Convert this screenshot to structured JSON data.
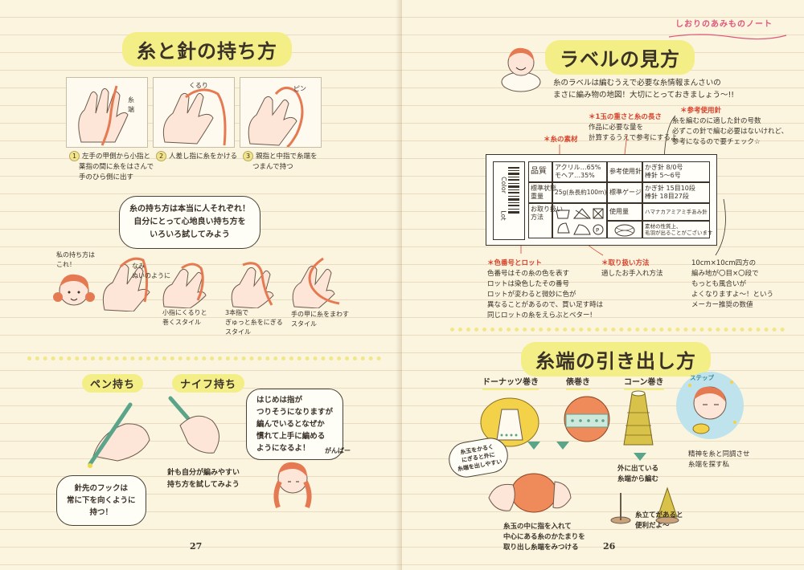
{
  "colors": {
    "paper": "#fbf4df",
    "highlight": "#f3ee86",
    "accent": "#d9412b",
    "yarn": "#e57a52",
    "pink": "#e0557a"
  },
  "left": {
    "title_main": "糸と針の持ち方",
    "steps": [
      {
        "num": "1",
        "text": [
          "左手の甲側から小指と",
          "薬指の間に糸をはさんで",
          "手のひら側に出す"
        ]
      },
      {
        "num": "2",
        "text": [
          "人差し指に糸をかける"
        ]
      },
      {
        "num": "3",
        "text": [
          "親指と中指で糸端を",
          "つまんで持つ"
        ]
      }
    ],
    "hand_notes": {
      "step1": "糸端",
      "step2": "くるり",
      "step3": "ピン"
    },
    "bubble": [
      "糸の持ち方は本当に人それぞれ！",
      "自分にとって心地良い持ち方を",
      "いろいろ試してみよう"
    ],
    "styles": [
      {
        "text": [
          "私の持ち方は",
          "これ！"
        ]
      },
      {
        "text": [
          "なみ",
          "ぬいのように"
        ]
      },
      {
        "text": [
          "小指にくるりと",
          "巻くスタイル"
        ]
      },
      {
        "text": [
          "3本指で",
          "ぎゅっと糸をにぎる",
          "スタイル"
        ]
      },
      {
        "text": [
          "手の甲に糸をまわす",
          "スタイル"
        ]
      }
    ],
    "pen_title": "ペン持ち",
    "knife_title": "ナイフ持ち",
    "pen_bubble": [
      "針先のフックは",
      "常に下を向くように",
      "持つ！"
    ],
    "knife_caption": [
      "針も自分が編みやすい",
      "持ち方を試してみよう"
    ],
    "beginner_bubble": [
      "はじめは指が",
      "つりそうになりますが",
      "編んでいるとなぜか",
      "慣れて上手に編める",
      "ようになるよ！"
    ],
    "exclaim": "がんばー",
    "page_number": "27"
  },
  "right": {
    "header_tag": "しおりのあみものノート",
    "title_main": "ラベルの見方",
    "intro": [
      "糸のラベルは編むうえで必要な糸情報まんさいの",
      "まさに編み物の地図！大切にとっておきましょう〜!!"
    ],
    "notes": {
      "weight": {
        "head": "＊1玉の重さと糸の長さ",
        "body": [
          "作品に必要な量を",
          "計算するうえで参考にするよ"
        ]
      },
      "needle": {
        "head": "＊参考使用針",
        "body": [
          "糸を編むのに適した針の号数",
          "必ずこの針で編む必要はないけれど、",
          "参考になるので要チェック☆"
        ]
      },
      "material": {
        "head": "＊糸の素材",
        "body": []
      },
      "color": {
        "head": "＊色番号とロット",
        "body": [
          "色番号はその糸の色を表す",
          "ロットは染色したその番号",
          "ロットが変わると微妙に色が",
          "異なることがあるので、買い足す時は",
          "同じロットの糸をえらぶとベター!"
        ]
      },
      "care": {
        "head": "＊取り扱い方法",
        "body": [
          "適したお手入れ方法"
        ]
      },
      "gauge": {
        "head": "",
        "body": [
          "10cm×10cm四方の",
          "編み地が〇目×〇段で",
          "もっとも風合いが",
          "よくなりますよ〜！という",
          "メーカー推奨の数値"
        ]
      }
    },
    "label": {
      "side_code": "Color",
      "side_lot": "Lot",
      "cells": {
        "hinshitsu": "品質",
        "material": [
          "アクリル…65%",
          "モヘア…35%"
        ],
        "needle_label": "参考使用針",
        "needle_values": [
          "かぎ針 8/0号",
          "棒針 5〜6号"
        ],
        "weight_label": [
          "標準状態",
          "重量"
        ],
        "weight_value": "25g(糸長約100m)",
        "gauge_label": "標準ゲージ",
        "gauge_values": [
          "かぎ針 15目10段",
          "棒針 18目27段"
        ],
        "care_label": [
          "お取り扱い",
          "方法"
        ],
        "care_icons": [
          "wash",
          "iron",
          "no-bleach",
          "no-tumble",
          "dry-clean",
          "dry-flat"
        ],
        "usage_label": "使用量",
        "usage_note": "ハマナカアミアミ手あみ針",
        "warning": [
          "素材の性質上、",
          "毛羽が出ることがございます"
        ]
      }
    },
    "section2_title": "糸端の引き出し方",
    "types": [
      {
        "name": "ドーナッツ巻き"
      },
      {
        "name": "俵巻き"
      },
      {
        "name": "コーン巻き"
      }
    ],
    "small_bubble": [
      "糸玉をかるく",
      "にぎると外に",
      "糸端を出しやすい"
    ],
    "center_caption": [
      "糸玉の中に指を入れて",
      "中心にある糸のかたまりを",
      "取り出し糸端をみつける"
    ],
    "cone_caption": [
      "外に出ている",
      "糸端から編む"
    ],
    "cone_caption2": [
      "糸立てがあると",
      "便利だよ〜"
    ],
    "char_caption": [
      "精神を糸と同調させ",
      "糸端を探す私"
    ],
    "char_sparkle": "ステップ",
    "page_number": "26"
  }
}
